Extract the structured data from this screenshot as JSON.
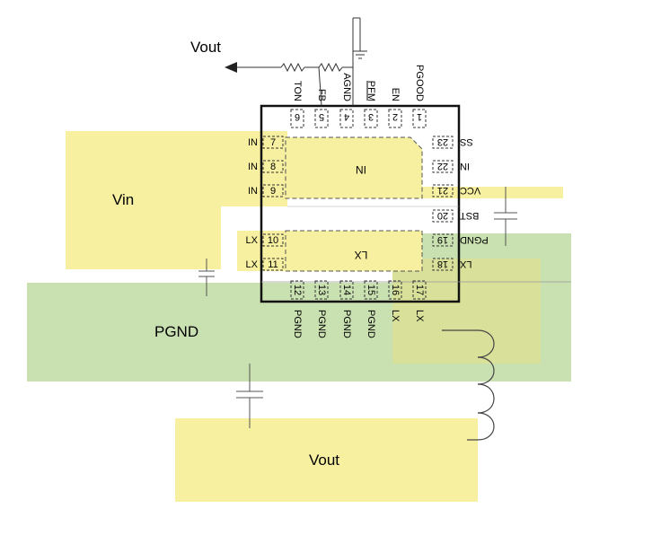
{
  "colors": {
    "copper_yellow": "#f7f0a0",
    "ground_green": "#c9e0b0",
    "overlap_olive": "#d8e09a"
  },
  "labels": {
    "vout_top": "Vout",
    "vin": "Vin",
    "pgnd": "PGND",
    "vout_bottom": "Vout",
    "pad_in": "IN",
    "pad_lx": "LX"
  },
  "pins": {
    "p1": {
      "num": "1",
      "name": "PGOOD"
    },
    "p2": {
      "num": "2",
      "name": "EN"
    },
    "p3": {
      "num": "3",
      "name": "PFM"
    },
    "p4": {
      "num": "4",
      "name": "AGND"
    },
    "p5": {
      "num": "5",
      "name": "FB"
    },
    "p6": {
      "num": "6",
      "name": "TON"
    },
    "p7": {
      "num": "7",
      "name": "IN"
    },
    "p8": {
      "num": "8",
      "name": "IN"
    },
    "p9": {
      "num": "9",
      "name": "IN"
    },
    "p10": {
      "num": "10",
      "name": "LX"
    },
    "p11": {
      "num": "11",
      "name": "LX"
    },
    "p12": {
      "num": "12",
      "name": "PGND"
    },
    "p13": {
      "num": "13",
      "name": "PGND"
    },
    "p14": {
      "num": "14",
      "name": "PGND"
    },
    "p15": {
      "num": "15",
      "name": "PGND"
    },
    "p16": {
      "num": "16",
      "name": "LX"
    },
    "p17": {
      "num": "17",
      "name": "LX"
    },
    "p18": {
      "num": "18",
      "name": "LX"
    },
    "p19": {
      "num": "19",
      "name": "PGND"
    },
    "p20": {
      "num": "20",
      "name": "BST"
    },
    "p21": {
      "num": "21",
      "name": "VCC"
    },
    "p22": {
      "num": "22",
      "name": "IN"
    },
    "p23": {
      "num": "23",
      "name": "SS"
    }
  }
}
